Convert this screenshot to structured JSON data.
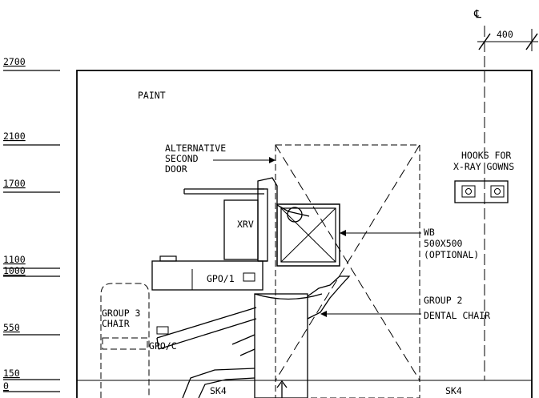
{
  "drawing": {
    "centreline_symbol": "℄",
    "dimension_400": "400",
    "levels": {
      "l2700": "2700",
      "l2100": "2100",
      "l1700": "1700",
      "l1100": "1100",
      "l1000": "1000",
      "l550": "550",
      "l150": "150",
      "l0": "0"
    },
    "labels": {
      "paint": "PAINT",
      "alt_door_1": "ALTERNATIVE",
      "alt_door_2": "SECOND",
      "alt_door_3": "DOOR",
      "hooks_1": "HOOKS FOR",
      "hooks_2": "X-RAY GOWNS",
      "xrv": "XRV",
      "wb_1": "WB",
      "wb_2": "500X500",
      "wb_3": "(OPTIONAL)",
      "gpo1": "GPO/1",
      "gpoc": "GPO/C",
      "group3_1": "GROUP 3",
      "group3_2": "CHAIR",
      "group2_1": "GROUP 2",
      "group2_2": "DENTAL CHAIR",
      "sk4_left": "SK4",
      "sk4_right": "SK4"
    }
  }
}
